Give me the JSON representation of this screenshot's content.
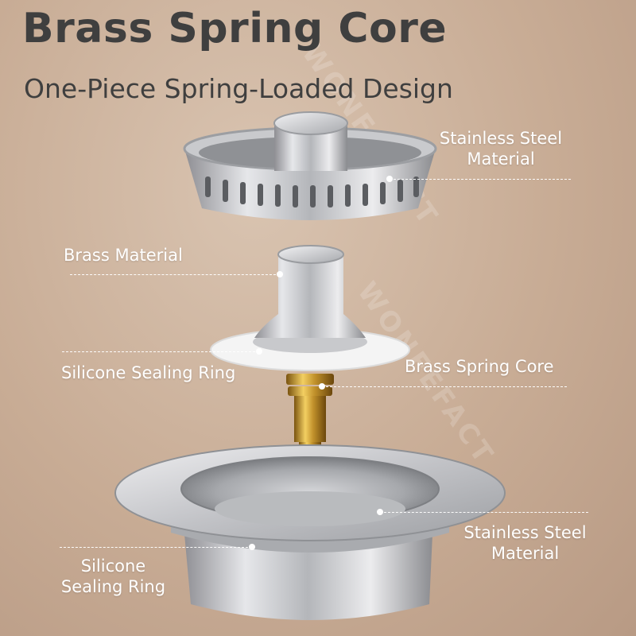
{
  "title": "Brass Spring Core",
  "subtitle": "One-Piece Spring-Loaded Design",
  "watermark": "WONFEFACT",
  "labels": {
    "top_steel": "Stainless Steel\nMaterial",
    "brass_material": "Brass Material",
    "silicone_ring_top": "Silicone Sealing Ring",
    "brass_spring_core": "Brass Spring Core",
    "bottom_steel": "Stainless Steel\nMaterial",
    "silicone_ring_bottom": "Silicone\nSealing Ring"
  }
}
